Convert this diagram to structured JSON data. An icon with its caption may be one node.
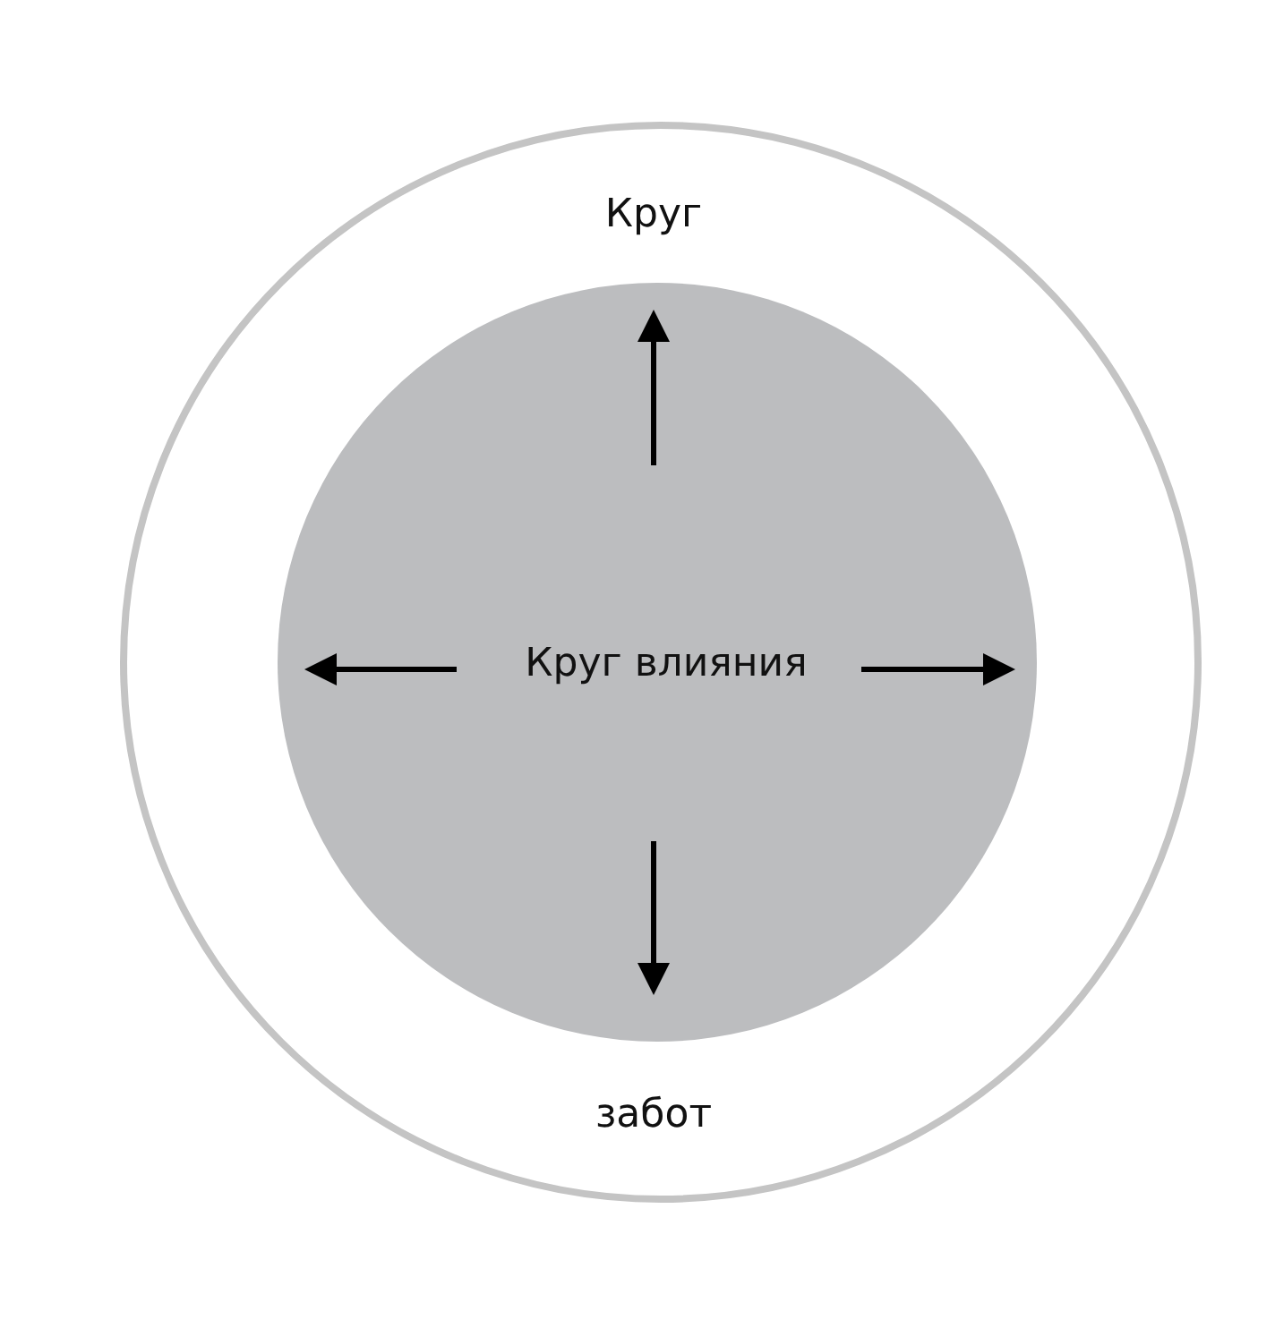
{
  "diagram": {
    "nodes": [
      {
        "text": [
          "Круг",
          "забот"
        ]
      },
      {
        "text": [
          "Круг влияния"
        ],
        "in": 0
      }
    ]
  }
}
